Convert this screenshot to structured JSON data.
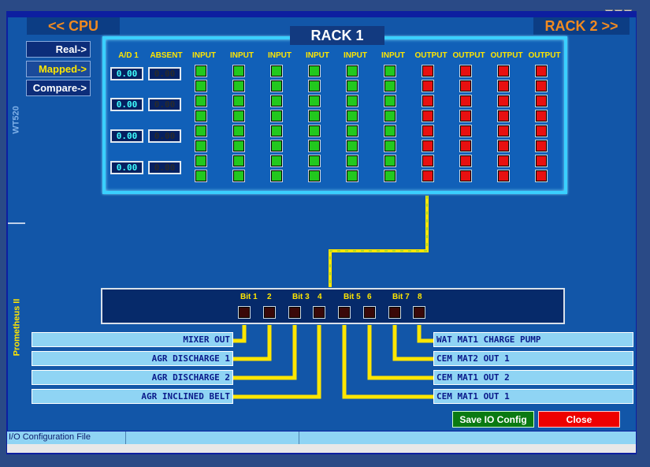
{
  "nav": {
    "cpu": "<< CPU",
    "rack2": "RACK 2 >>",
    "real": "Real->",
    "mapped": "Mapped->",
    "compare": "Compare->"
  },
  "side_tabs": {
    "top": "WT520",
    "bottom": "Prometheus II"
  },
  "rack": {
    "title": "RACK 1",
    "headers": [
      "A/D 1",
      "ABSENT",
      "INPUT",
      "INPUT",
      "INPUT",
      "INPUT",
      "INPUT",
      "INPUT",
      "OUTPUT",
      "OUTPUT",
      "OUTPUT",
      "OUTPUT"
    ],
    "ad_values": [
      "0.00",
      "0.00",
      "0.00",
      "0.00"
    ],
    "absent_values": [
      "0.00",
      "0.00",
      "0.00",
      "0.00"
    ],
    "input_state": "green",
    "output_state": "red",
    "leds_per_column": 8
  },
  "bits": {
    "labels": [
      "Bit 1",
      "2",
      "Bit 3",
      "4",
      "Bit 5",
      "6",
      "Bit 7",
      "8"
    ],
    "count": 8
  },
  "mapping": {
    "left": [
      "MIXER OUT",
      "AGR DISCHARGE 1",
      "AGR DISCHARGE 2",
      "AGR INCLINED BELT"
    ],
    "right": [
      "WAT MAT1 CHARGE PUMP",
      "CEM MAT2 OUT  1",
      "CEM MAT1 OUT  2",
      "CEM MAT1 OUT  1"
    ]
  },
  "buttons": {
    "save": "Save IO Config",
    "close": "Close"
  },
  "status": {
    "text": "I/O Configuration File"
  },
  "colors": {
    "input_led": "#22c81e",
    "output_led": "#e81010",
    "wire": "#ffe600",
    "accent": "#f08a20"
  }
}
